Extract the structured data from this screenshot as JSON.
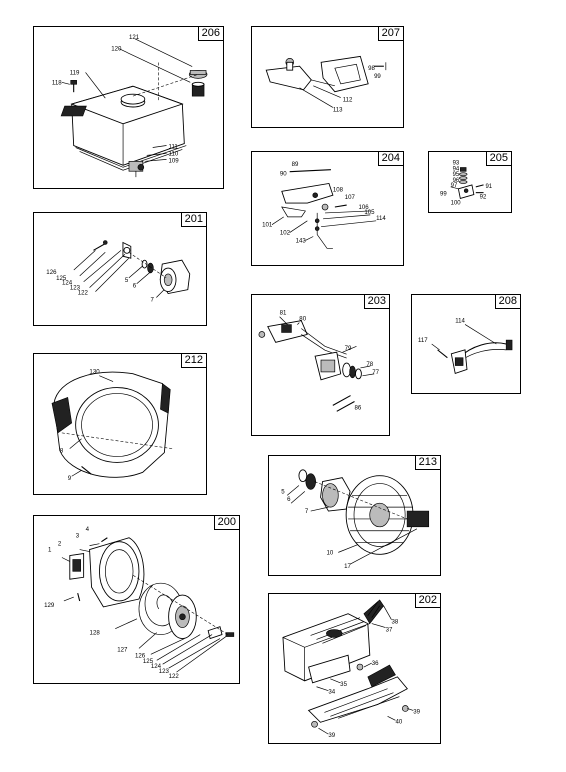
{
  "panels": {
    "p206": {
      "id": "206",
      "labels": [
        "121",
        "120",
        "119",
        "118",
        "111",
        "110",
        "109"
      ]
    },
    "p207": {
      "id": "207",
      "labels": [
        "98",
        "99",
        "112",
        "113"
      ]
    },
    "p204": {
      "id": "204",
      "labels": [
        "89",
        "90",
        "108",
        "107",
        "106",
        "105",
        "114",
        "101",
        "102",
        "143"
      ]
    },
    "p205": {
      "id": "205",
      "labels": [
        "93",
        "94",
        "95",
        "96",
        "97",
        "99",
        "100",
        "91",
        "92"
      ]
    },
    "p201": {
      "id": "201",
      "labels": [
        "126",
        "125",
        "124",
        "123",
        "122",
        "5",
        "6",
        "7"
      ]
    },
    "p203": {
      "id": "203",
      "labels": [
        "81",
        "80",
        "79",
        "78",
        "77",
        "86"
      ]
    },
    "p208": {
      "id": "208",
      "labels": [
        "114",
        "117"
      ]
    },
    "p212": {
      "id": "212",
      "labels": [
        "130",
        "8",
        "9"
      ]
    },
    "p213": {
      "id": "213",
      "labels": [
        "5",
        "6",
        "7",
        "10",
        "17"
      ]
    },
    "p200": {
      "id": "200",
      "labels": [
        "4",
        "3",
        "2",
        "1",
        "129",
        "128",
        "127",
        "126",
        "125",
        "124",
        "123",
        "122"
      ]
    },
    "p202": {
      "id": "202",
      "labels": [
        "38",
        "37",
        "36",
        "35",
        "34",
        "39",
        "40",
        "39"
      ]
    }
  }
}
